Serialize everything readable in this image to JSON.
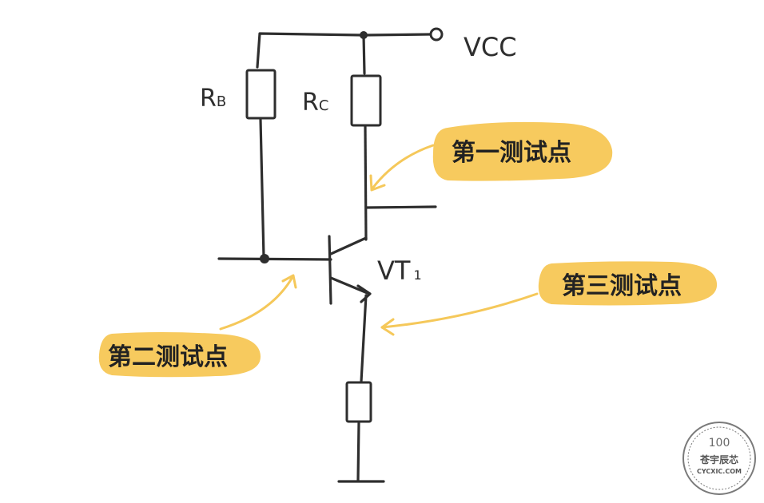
{
  "colors": {
    "wire": "#2e2e2e",
    "highlight": "#f7ca5e",
    "arrow": "#f5c85a",
    "stamp": "#7a7a7a"
  },
  "labels": {
    "vcc": "VCC",
    "rb_main": "R",
    "rb_sub": "B",
    "rc_main": "R",
    "rc_sub": "C",
    "vt_main": "VT",
    "vt_sub": "1"
  },
  "test_points": {
    "first": "第一测试点",
    "second": "第二测试点",
    "third": "第三测试点"
  },
  "watermark": {
    "percent": "100",
    "name": "苍宇辰芯",
    "site": "CYCXIC.COM"
  }
}
